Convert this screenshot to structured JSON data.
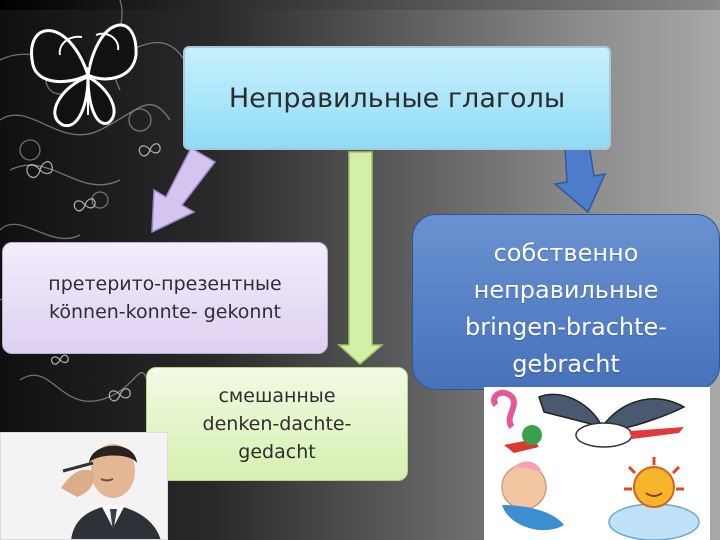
{
  "title": "Неправильные глаголы",
  "categories": {
    "preterit": {
      "line1": "претерито-презентные",
      "line2": "können-konnte- gekonnt"
    },
    "mixed": {
      "line1": "смешанные",
      "line2": "denken-dachte-",
      "line3": "gedacht"
    },
    "proper": {
      "line1": "собственно",
      "line2": "неправильные",
      "line3": "bringen-brachte-",
      "line4": "gebracht"
    }
  },
  "colors": {
    "title_fill": "#8fdcf6",
    "preterit_fill": "#ddd0f2",
    "mixed_fill": "#d6f0b0",
    "proper_fill": "#4672bb"
  }
}
